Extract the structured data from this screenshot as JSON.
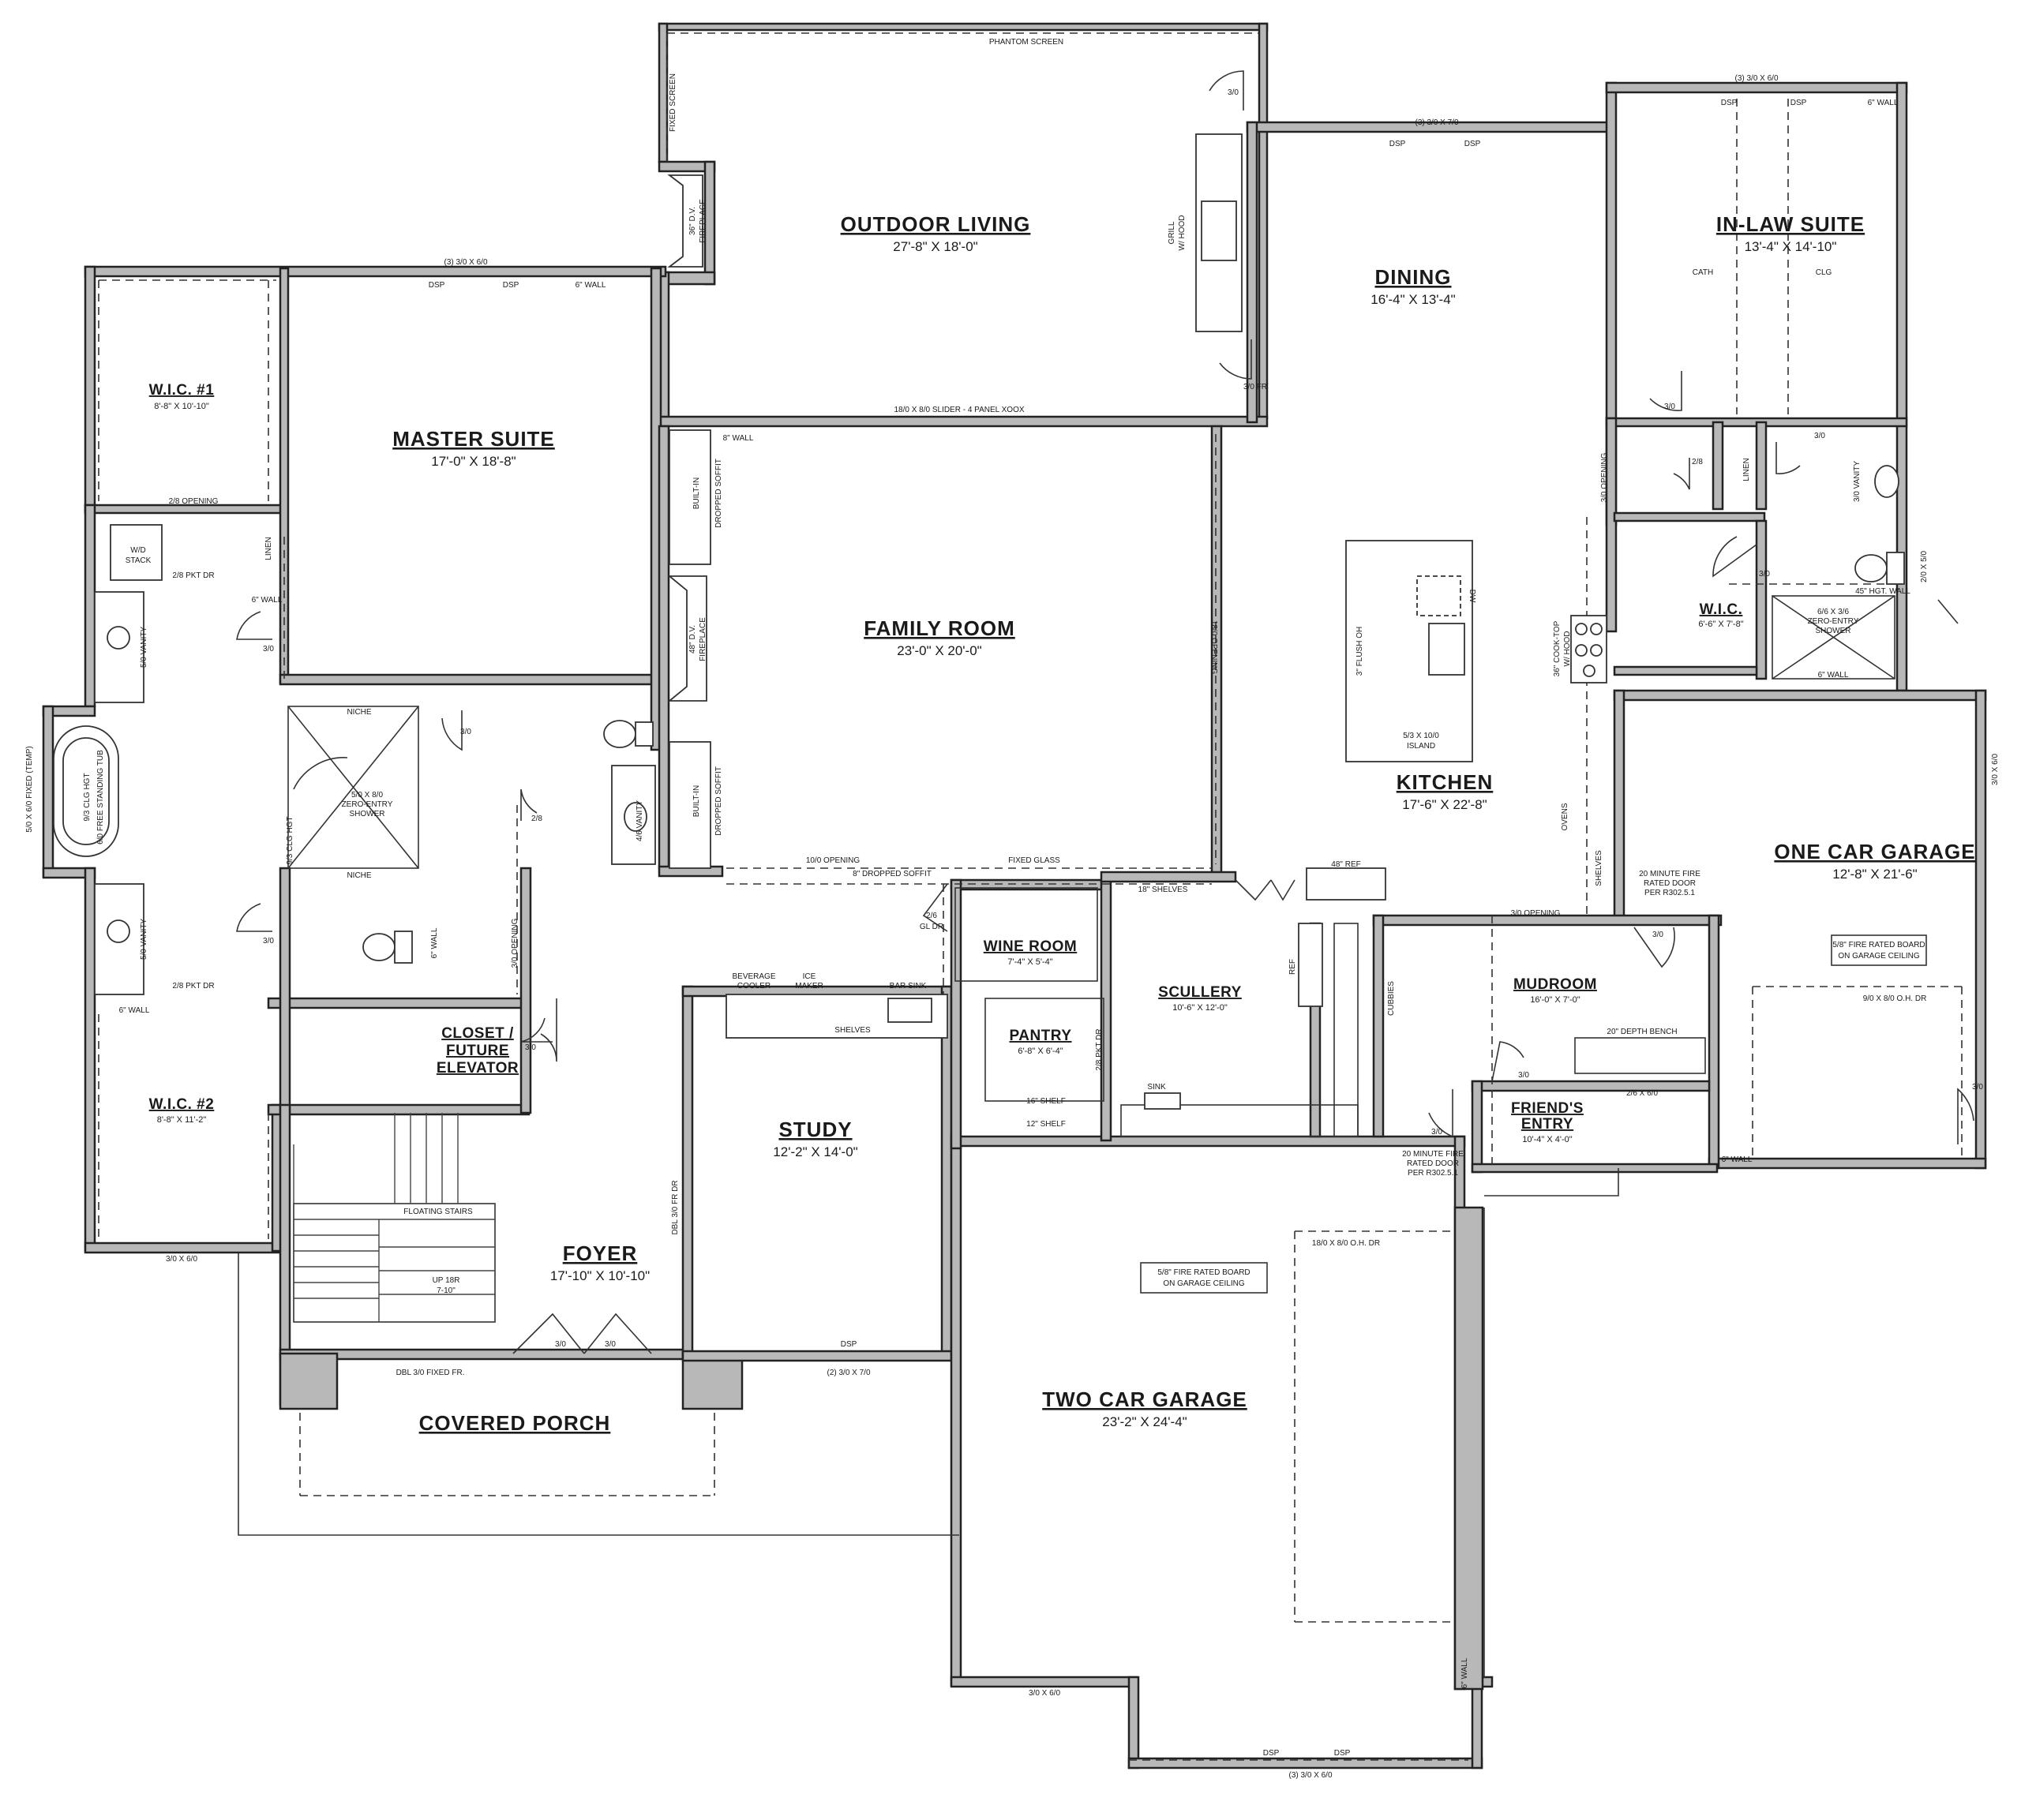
{
  "rooms": {
    "outdoor_living": {
      "name": "OUTDOOR LIVING",
      "dims": "27'-8\" X 18'-0\""
    },
    "dining": {
      "name": "DINING",
      "dims": "16'-4\" X 13'-4\""
    },
    "inlaw_suite": {
      "name": "IN-LAW SUITE",
      "dims": "13'-4\" X 14'-10\""
    },
    "master_suite": {
      "name": "MASTER SUITE",
      "dims": "17'-0\" X 18'-8\""
    },
    "wic1": {
      "name": "W.I.C. #1",
      "dims": "8'-8\" X 10'-10\""
    },
    "family_room": {
      "name": "FAMILY ROOM",
      "dims": "23'-0\" X 20'-0\""
    },
    "kitchen": {
      "name": "KITCHEN",
      "dims": "17'-6\" X 22'-8\""
    },
    "one_car_garage": {
      "name": "ONE CAR GARAGE",
      "dims": "12'-8\" X 21'-6\""
    },
    "wic_inlaw": {
      "name": "W.I.C.",
      "dims": "6'-6\" X 7'-8\""
    },
    "wine_room": {
      "name": "WINE ROOM",
      "dims": "7'-4\" X 5'-4\""
    },
    "scullery": {
      "name": "SCULLERY",
      "dims": "10'-6\" X 12'-0\""
    },
    "mudroom": {
      "name": "MUDROOM",
      "dims": "16'-0\" X 7'-0\""
    },
    "pantry": {
      "name": "PANTRY",
      "dims": "6'-8\" X 6'-4\""
    },
    "study": {
      "name": "STUDY",
      "dims": "12'-2\" X 14'-0\""
    },
    "friends_entry": {
      "line1": "FRIEND'S",
      "line2": "ENTRY",
      "dims": "10'-4\" X 4'-0\""
    },
    "closet": {
      "line1": "CLOSET /",
      "line2": "FUTURE",
      "line3": "ELEVATOR"
    },
    "wic2": {
      "name": "W.I.C. #2",
      "dims": "8'-8\" X 11'-2\""
    },
    "foyer": {
      "name": "FOYER",
      "dims": "17'-10\" X 10'-10\""
    },
    "covered_porch": {
      "name": "COVERED PORCH"
    },
    "two_car_garage": {
      "name": "TWO CAR GARAGE",
      "dims": "23'-2\" X 24'-4\""
    }
  },
  "notes": {
    "phantom_screen": "PHANTOM SCREEN",
    "fixed_screen": "FIXED SCREEN",
    "door_30": "3/0",
    "door_28": "2/8",
    "door_26_gl": "2/6",
    "gl_dr": "GL DR",
    "win_3_3060_top": "(3) 3/0 X 7/0",
    "win_3_3060_inlaw": "(3) 3/0 X 6/0",
    "win_3_3060_master": "(3) 3/0 X 6/0",
    "win_3_3060_garage": "(3) 3/0 X 6/0",
    "dsp": "DSP",
    "wall_6": "6\" WALL",
    "wall_8": "8\" WALL",
    "fireplace_36_l1": "36\" D.V.",
    "fireplace_36_l2": "FIREPLACE",
    "fireplace_48_l1": "48\" D.V.",
    "fireplace_48_l2": "FIREPLACE",
    "grill_l1": "GRILL",
    "grill_l2": "W/ HOOD",
    "slider": "18/0 X 8/0 SLIDER - 4 PANEL XOOX",
    "door_30fr": "3/0 FR",
    "cath": "CATH",
    "clg": "CLG",
    "built_in": "BUILT-IN",
    "dropped_soffit": "DROPPED SOFFIT",
    "opening_28": "2/8 OPENING",
    "wd_stack_l1": "W/D",
    "wd_stack_l2": "STACK",
    "linen": "LINEN",
    "pkt_dr_28": "2/8 PKT DR",
    "vanity_50": "5/0 VANITY",
    "vanity_46": "4/6 VANITY",
    "fixed_temp": "5/0 X 6/0 FIXED (TEMP)",
    "tub": "6/0 FREE STANDING TUB",
    "clg_hgt_93": "9/3 CLG HGT",
    "niche": "NICHE",
    "shower_l1": "5/0 X 8/0",
    "shower_l2": "ZERO-ENTRY",
    "shower_l3": "SHOWER",
    "opening_180": "18/0 OPENING",
    "opening_100": "10/0 OPENING",
    "dropped_soffit_8": "8\" DROPPED SOFFIT",
    "fixed_glass": "FIXED GLASS",
    "opening_30": "3/0 OPENING",
    "flush_oh": "3\" FLUSH OH",
    "dw": "DW",
    "island_l1": "5/3 X 10/0",
    "island_l2": "ISLAND",
    "ref_48": "48\" REF",
    "cooktop_l1": "36\" COOK-TOP",
    "cooktop_l2": "W/ HOOD",
    "ovens": "OVENS",
    "shelves": "SHELVES",
    "shelves_18": "18\" SHELVES",
    "ref": "REF",
    "cubbies": "CUBBIES",
    "bench": "20\" DEPTH BENCH",
    "door_2660": "2/6 X 6/0",
    "fire_door_l1": "20 MINUTE FIRE",
    "fire_door_l2": "RATED DOOR",
    "fire_door_l3": "PER R302.5.1",
    "fire_board_l1": "5/8\" FIRE RATED BOARD",
    "fire_board_l2": "ON GARAGE CEILING",
    "oh_dr_98": "9/0 X 8/0 O.H. DR",
    "oh_dr_188": "18/0 X 8/0 O.H. DR",
    "win_3060_side": "3/0 X 6/0",
    "vanity_30_inlaw": "3/0 VANITY",
    "hgt_wall": "45\" HGT. WALL",
    "shower66_l1": "6/6 X 3/6",
    "shower66_l2": "ZERO-ENTRY",
    "shower66_l3": "SHOWER",
    "win_25": "2/0 X 5/0",
    "opening_30_v": "3/0 OPENING",
    "beverage_l1": "BEVERAGE",
    "beverage_l2": "COOLER",
    "ice_l1": "ICE",
    "ice_l2": "MAKER",
    "bar_sink": "BAR SINK",
    "shelf_16": "16\" SHELF",
    "shelf_12": "12\" SHELF",
    "sink": "SINK",
    "pkt_dr_28v": "2/8 PKT DR",
    "dbl_fr": "DBL 3/0 FR DR",
    "floating": "FLOATING STAIRS",
    "up_l1": "UP 18R",
    "up_l2": "7-10\"",
    "dbl_fixed": "DBL 3/0 FIXED FR.",
    "win_2_3070": "(2) 3/0 X 7/0",
    "win_3060": "3/0 X 6/0"
  }
}
